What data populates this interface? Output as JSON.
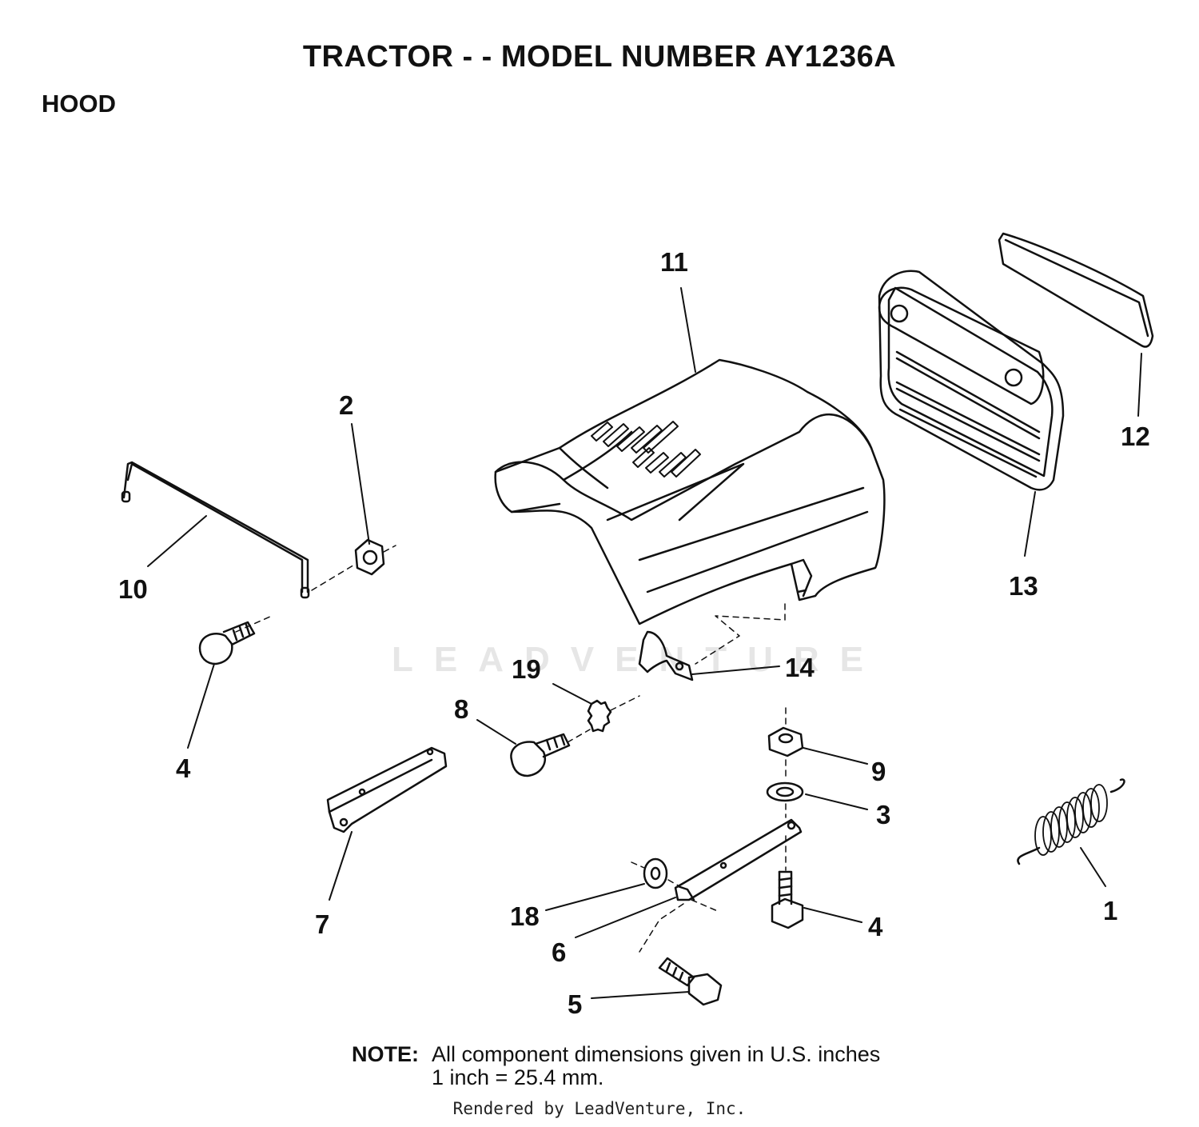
{
  "page": {
    "title": "TRACTOR - - MODEL NUMBER AY1236A",
    "section": "HOOD"
  },
  "callouts": [
    "11",
    "2",
    "12",
    "10",
    "13",
    "19",
    "14",
    "4",
    "8",
    "9",
    "3",
    "18",
    "7",
    "6",
    "4",
    "1",
    "5"
  ],
  "note": {
    "label": "NOTE:",
    "line1": "All component dimensions given in U.S. inches",
    "line2": "1 inch = 25.4 mm."
  },
  "watermark": {
    "text": "LEADVENTURE"
  },
  "footer": "Rendered by LeadVenture, Inc."
}
